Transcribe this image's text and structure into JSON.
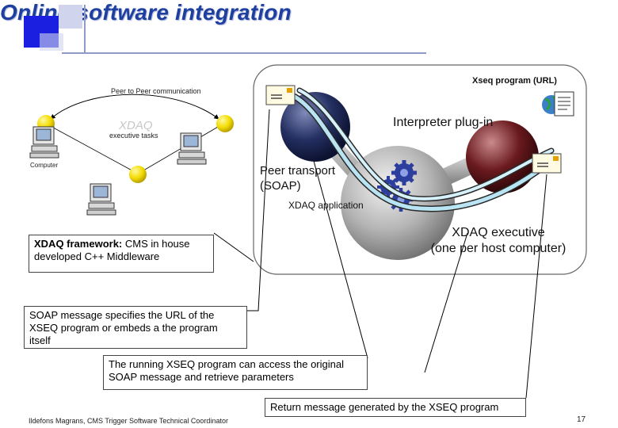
{
  "slide": {
    "title": "Online software integration",
    "page_number": "17",
    "footer": "Ildefons Magrans, CMS Trigger Software Technical Coordinator"
  },
  "left_cluster": {
    "peer_comm_label": "Peer to Peer communication",
    "xdaq_watermark": "XDAQ",
    "exec_tasks_label": "executive tasks",
    "computer_label": "Computer"
  },
  "right_diagram": {
    "xseq_label": "Xseq program (URL)",
    "interpreter_label": "Interpreter plug-in",
    "peer_transport_line1": "Peer transport",
    "peer_transport_line2": "(SOAP)",
    "xdaq_app_label": "XDAQ application",
    "executive_line1": "XDAQ executive",
    "executive_line2": "(one per host computer)"
  },
  "framework_box": {
    "bold": "XDAQ framework:",
    "rest": " CMS in house developed C++ Middleware"
  },
  "soap_box": "SOAP message specifies the URL of the XSEQ program or embeds a the program itself",
  "xseq_box": "The running XSEQ program can access the original SOAP message and retrieve parameters",
  "return_box": "Return message generated by the XSEQ program",
  "colors": {
    "title": "#1f3fa0",
    "arrow": "#b9e4f4",
    "node_dark": "#1e2850",
    "node_red": "#5a1418",
    "node_gray": "#a8a8a8",
    "gear": "#2d3f9e",
    "peer_node": "#f5e000"
  }
}
